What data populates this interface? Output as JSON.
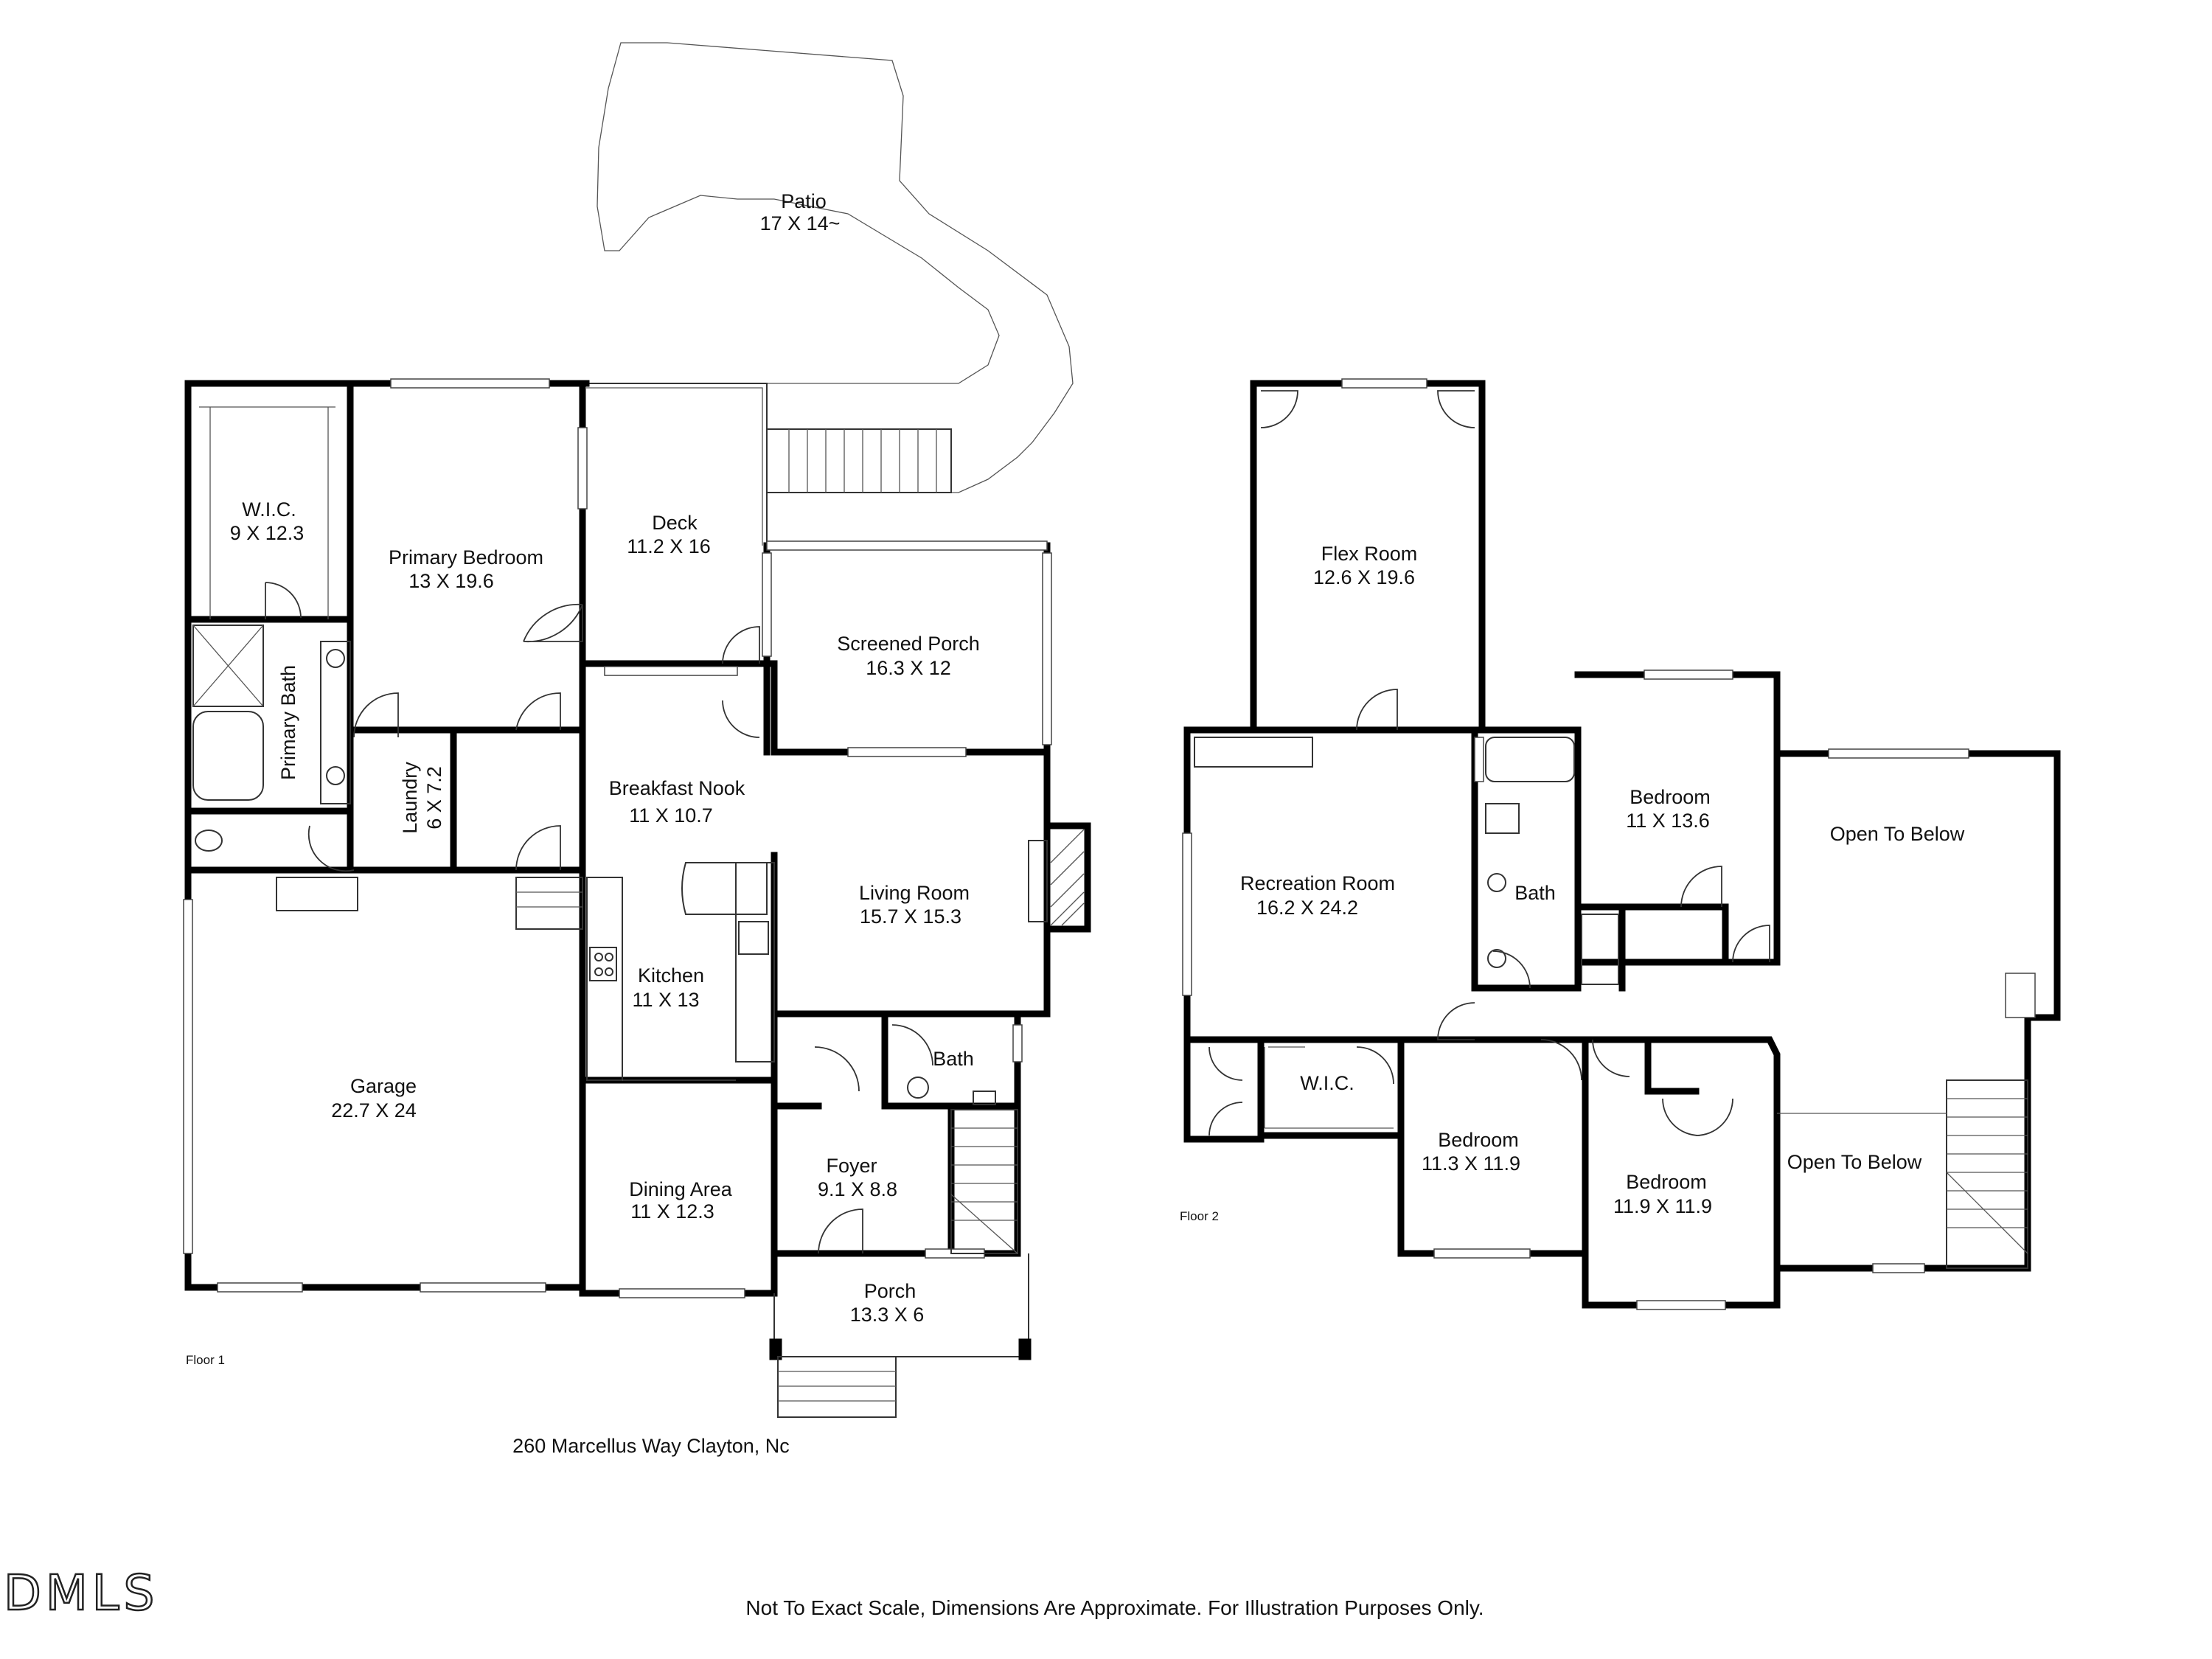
{
  "floors": {
    "floor1_label": "Floor 1",
    "floor2_label": "Floor 2"
  },
  "rooms_floor1": {
    "patio": {
      "name": "Patio",
      "dims": "17 X 14~"
    },
    "wic": {
      "name": "W.I.C.",
      "dims": "9 X 12.3"
    },
    "primary_bedroom": {
      "name": "Primary Bedroom",
      "dims": "13 X 19.6"
    },
    "deck": {
      "name": "Deck",
      "dims": "11.2 X 16"
    },
    "screened_porch": {
      "name": "Screened Porch",
      "dims": "16.3 X 12"
    },
    "primary_bath": {
      "name": "Primary Bath"
    },
    "laundry": {
      "name": "Laundry",
      "dims": "6 X 7.2"
    },
    "breakfast_nook": {
      "name": "Breakfast Nook",
      "dims": "11 X 10.7"
    },
    "living_room": {
      "name": "Living Room",
      "dims": "15.7 X 15.3"
    },
    "kitchen": {
      "name": "Kitchen",
      "dims": "11 X 13"
    },
    "bath": {
      "name": "Bath"
    },
    "garage": {
      "name": "Garage",
      "dims": "22.7 X 24"
    },
    "dining_area": {
      "name": "Dining Area",
      "dims": "11 X 12.3"
    },
    "foyer": {
      "name": "Foyer",
      "dims": "9.1 X 8.8"
    },
    "porch": {
      "name": "Porch",
      "dims": "13.3 X 6"
    }
  },
  "rooms_floor2": {
    "flex_room": {
      "name": "Flex Room",
      "dims": "12.6 X 19.6"
    },
    "bedroom_a": {
      "name": "Bedroom",
      "dims": "11 X 13.6"
    },
    "open_below_a": {
      "name": "Open To Below"
    },
    "recreation_room": {
      "name": "Recreation Room",
      "dims": "16.2 X 24.2"
    },
    "bath": {
      "name": "Bath"
    },
    "wic": {
      "name": "W.I.C."
    },
    "bedroom_b": {
      "name": "Bedroom",
      "dims": "11.3 X 11.9"
    },
    "bedroom_c": {
      "name": "Bedroom",
      "dims": "11.9 X 11.9"
    },
    "open_below_b": {
      "name": "Open To Below"
    }
  },
  "address": "260 Marcellus Way Clayton, Nc",
  "disclaimer": "Not To Exact Scale, Dimensions Are Approximate. For Illustration Purposes Only.",
  "logo_text": "DMLS"
}
